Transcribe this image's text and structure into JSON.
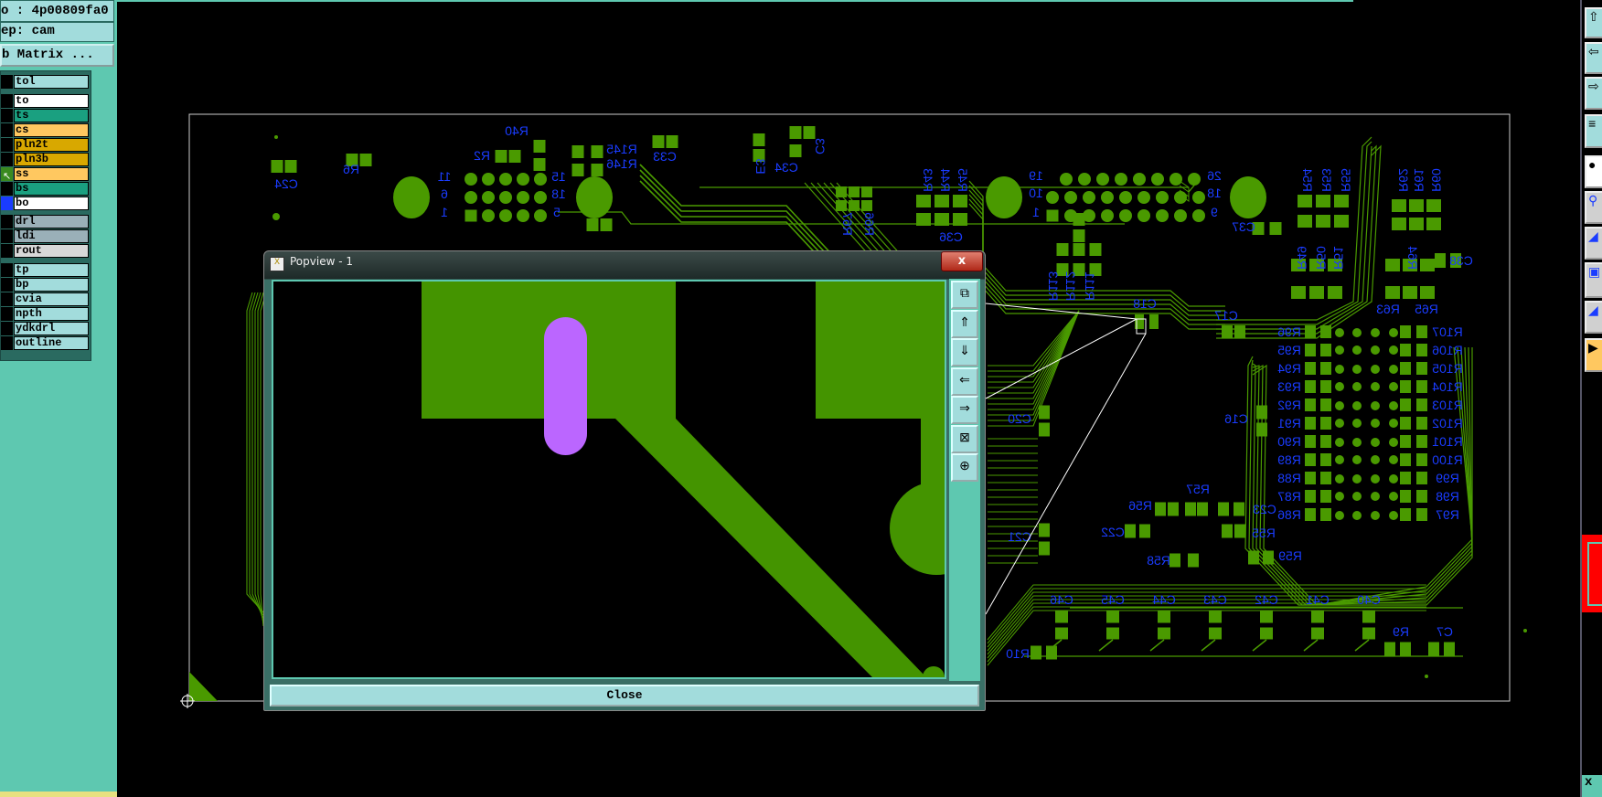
{
  "left_panel": {
    "job_line": "o : 4p00809fa0",
    "step_line": "ep: cam",
    "matrix_button": "b Matrix ...",
    "layers": [
      {
        "name": "tol",
        "color": "#a2dcdc"
      },
      {
        "name": "to",
        "color": "#ffffff"
      },
      {
        "name": "ts",
        "color": "#1aa080"
      },
      {
        "name": "cs",
        "color": "#ffc860"
      },
      {
        "name": "pln2t",
        "color": "#d8a800"
      },
      {
        "name": "pln3b",
        "color": "#d8a800"
      },
      {
        "name": "ss",
        "color": "#ffc860"
      },
      {
        "name": "bs",
        "color": "#1aa080"
      },
      {
        "name": "bo",
        "color": "#ffffff"
      },
      {
        "name": "drl",
        "color": "#9ab0b8"
      },
      {
        "name": "ldi",
        "color": "#9ab0b8"
      },
      {
        "name": "rout",
        "color": "#d8d8d8"
      },
      {
        "name": "tp",
        "color": "#a2dcdc"
      },
      {
        "name": "bp",
        "color": "#a2dcdc"
      },
      {
        "name": "cvia",
        "color": "#a2dcdc"
      },
      {
        "name": "npth",
        "color": "#a2dcdc"
      },
      {
        "name": "ydkdrl",
        "color": "#a2dcdc"
      },
      {
        "name": "outline",
        "color": "#a2dcdc"
      }
    ]
  },
  "popup": {
    "title": "Popview - 1",
    "close_x": "x",
    "close_button": "Close",
    "tools": [
      "zoom-window-icon",
      "pan-up-icon",
      "pan-down-icon",
      "pan-left-icon",
      "pan-right-icon",
      "zoom-in-icon",
      "zoom-out-icon"
    ]
  },
  "right_toolbar": {
    "bottom_label": "x",
    "tools": [
      "pan-up-icon",
      "pan-left-icon",
      "pan-right-icon",
      "settings-icon",
      "fill-icon",
      "connect-icon",
      "measure-icon",
      "select-icon",
      "measure-icon",
      "pointer-icon"
    ]
  },
  "pcb": {
    "labels": [
      "C24",
      "R6",
      "R40",
      "R2",
      "11",
      "6",
      "1",
      "15",
      "18",
      "5",
      "R145",
      "R146",
      "C33",
      "C34",
      "E3",
      "C3",
      "R67",
      "R66",
      "C36",
      "R43",
      "R44",
      "R45",
      "19",
      "10",
      "1",
      "26",
      "18",
      "9",
      "C37",
      "R54",
      "R53",
      "R55",
      "R62",
      "R61",
      "R60",
      "R49",
      "R50",
      "R51",
      "R64",
      "C38",
      "R113",
      "R112",
      "R111",
      "C18",
      "C17",
      "R63",
      "R65",
      "R96",
      "R95",
      "R94",
      "R93",
      "R92",
      "R91",
      "R90",
      "R89",
      "R88",
      "R87",
      "R86",
      "R107",
      "R106",
      "R105",
      "R104",
      "R103",
      "R102",
      "R101",
      "R100",
      "R99",
      "R98",
      "R97",
      "C20",
      "C16",
      "R57",
      "R56",
      "C23",
      "R55",
      "C22",
      "C21",
      "R58",
      "R59",
      "C46",
      "C45",
      "C44",
      "C43",
      "C42",
      "C41",
      "C40",
      "R9",
      "C7",
      "R10"
    ]
  },
  "colors": {
    "copper": "#4a9a00",
    "silkscreen": "#1a3cff",
    "slot": "#bb66ff",
    "panel": "#5ec8b0"
  }
}
